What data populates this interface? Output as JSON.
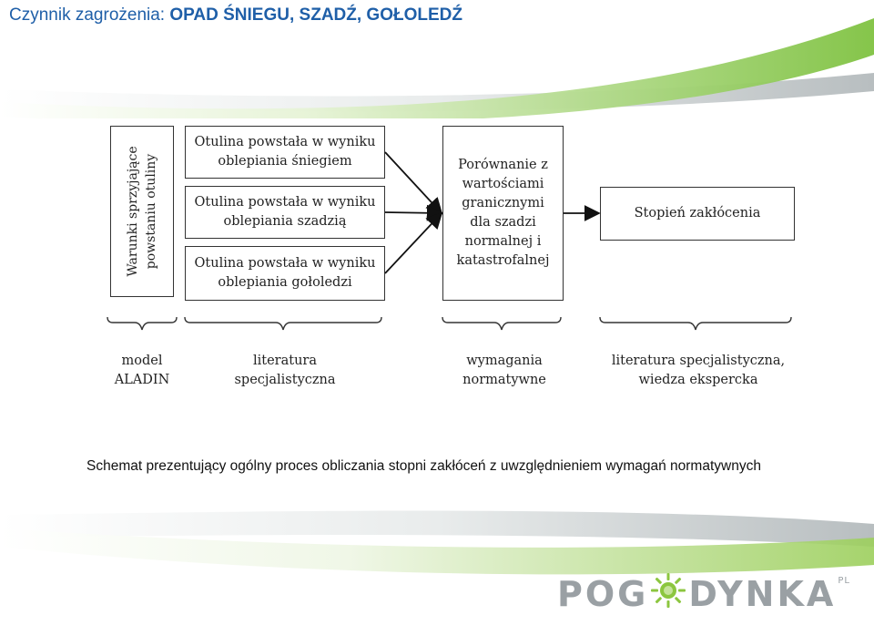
{
  "header": {
    "title_prefix": "Czynnik zagrożenia: ",
    "title_main": "OPAD ŚNIEGU, SZADŹ, GOŁOLEDŹ"
  },
  "diagram": {
    "conditions_box": "Warunki sprzyjające\npowstaniu otuliny",
    "source_boxes": [
      "Otulina powstała w wyniku\noblepiania śniegiem",
      "Otulina powstała w wyniku\noblepiania szadzią",
      "Otulina powstała w wyniku\noblepiania gołoledzi"
    ],
    "comparison_box": "Porównanie z\nwartościami\ngranicznymi\ndla szadzi\nnormalnej i\nkatastrofalnej",
    "result_box": "Stopień zakłócenia",
    "group_labels": [
      "model\nALADIN",
      "literatura\nspecjalistyczna",
      "wymagania\nnormatywne",
      "literatura specjalistyczna,\nwiedza ekspercka"
    ]
  },
  "caption": "Schemat prezentujący ogólny proces obliczania stopni zakłóceń z uwzględnieniem wymagań normatywnych",
  "logo": {
    "text_left": "POG",
    "text_right": "DYNKA",
    "suffix": "PL"
  },
  "colors": {
    "title": "#1f5fa8",
    "swoosh_green": "#8cc63f",
    "swoosh_gray": "#c8ccce",
    "logo_gray": "#9aa0a4"
  }
}
